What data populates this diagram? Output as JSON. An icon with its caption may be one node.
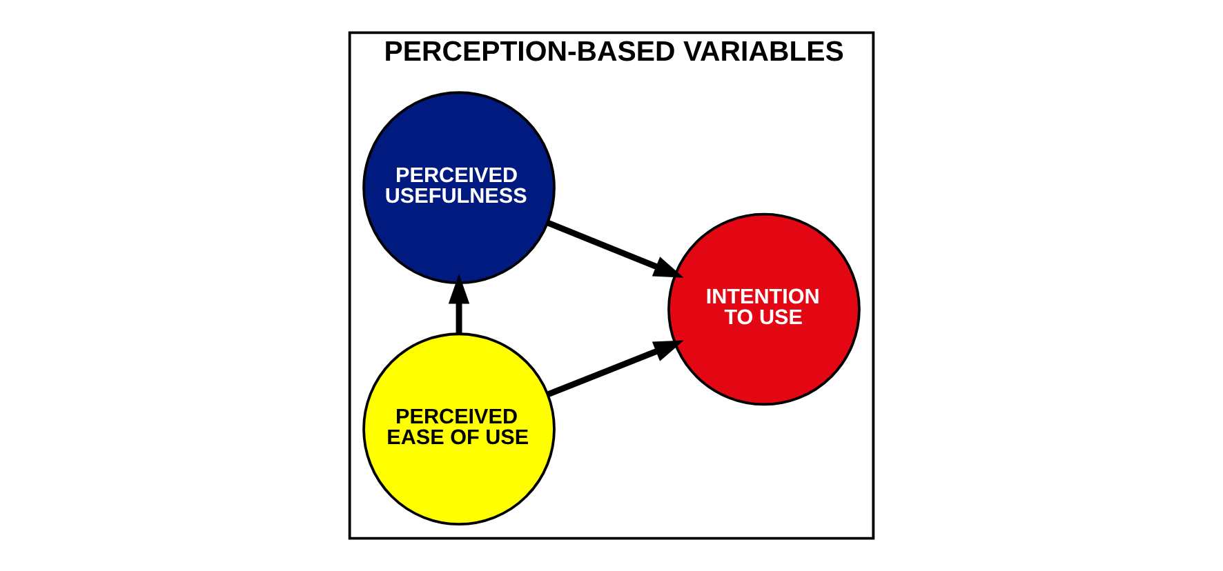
{
  "diagram": {
    "nodes": [
      {
        "text": [
          "PERCEPTION-BASED VARIABLES"
        ]
      },
      {
        "text": [
          "PERCEIVED EASE OF USE"
        ],
        "in": 0
      },
      {
        "text": [
          "PERCEIVED USEFULNESS"
        ],
        "in": 0
      },
      {
        "text": [
          "INTENTION TO USE"
        ],
        "in": 0
      }
    ],
    "edges": [
      {
        "from": 1,
        "to": 2,
        "arrow": "to"
      },
      {
        "from": 1,
        "to": 3,
        "arrow": "to"
      },
      {
        "from": 2,
        "to": 3,
        "arrow": "to"
      }
    ]
  }
}
